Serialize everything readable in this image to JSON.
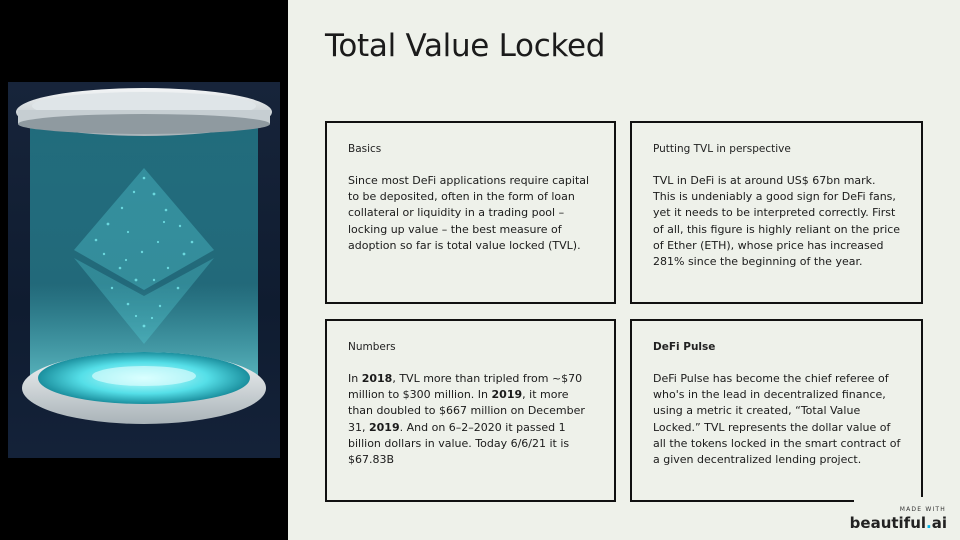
{
  "slide": {
    "title": "Total Value Locked"
  },
  "cards": [
    {
      "heading": "Basics",
      "body_parts": [
        "Since most DeFi applications require capital to be deposited, often in the form of loan collateral or liquidity in a trading pool – locking up value – the best measure of adoption so far is total value locked (TVL)."
      ]
    },
    {
      "heading": "Putting TVL in perspective",
      "body_parts": [
        "TVL in DeFi is at around US$ 67bn mark. This is undeniably a good sign for DeFi fans, yet it needs to be interpreted correctly. First of all, this figure is highly reliant on the price of Ether (ETH), whose price has increased 281% since the beginning of the year."
      ]
    },
    {
      "heading": "Numbers",
      "body_parts": [
        "In ",
        "2018",
        ", TVL more than tripled from ~$70 million to $300 million. In ",
        "2019",
        ", it more than doubled to $667 million on December 31, ",
        "2019",
        ". And on 6–2–2020 it passed 1 billion dollars in value. Today 6/6/21 it is $67.83B"
      ]
    },
    {
      "heading": "DeFi Pulse",
      "body_parts": [
        "DeFi Pulse has become the chief referee of who's in the lead in decentralized finance, using a metric it created, “Total Value Locked.” TVL represents the dollar value of all the tokens locked in the smart contract of a given decentralized lending project."
      ]
    }
  ],
  "branding": {
    "made_with": "MADE WITH",
    "logo_main": "beautiful",
    "logo_dot": ".",
    "logo_suffix": "ai"
  },
  "colors": {
    "background": "#eef1ea",
    "left_panel": "#000000",
    "hologram": "#5fe3ea",
    "brand_accent": "#00b3e6"
  }
}
